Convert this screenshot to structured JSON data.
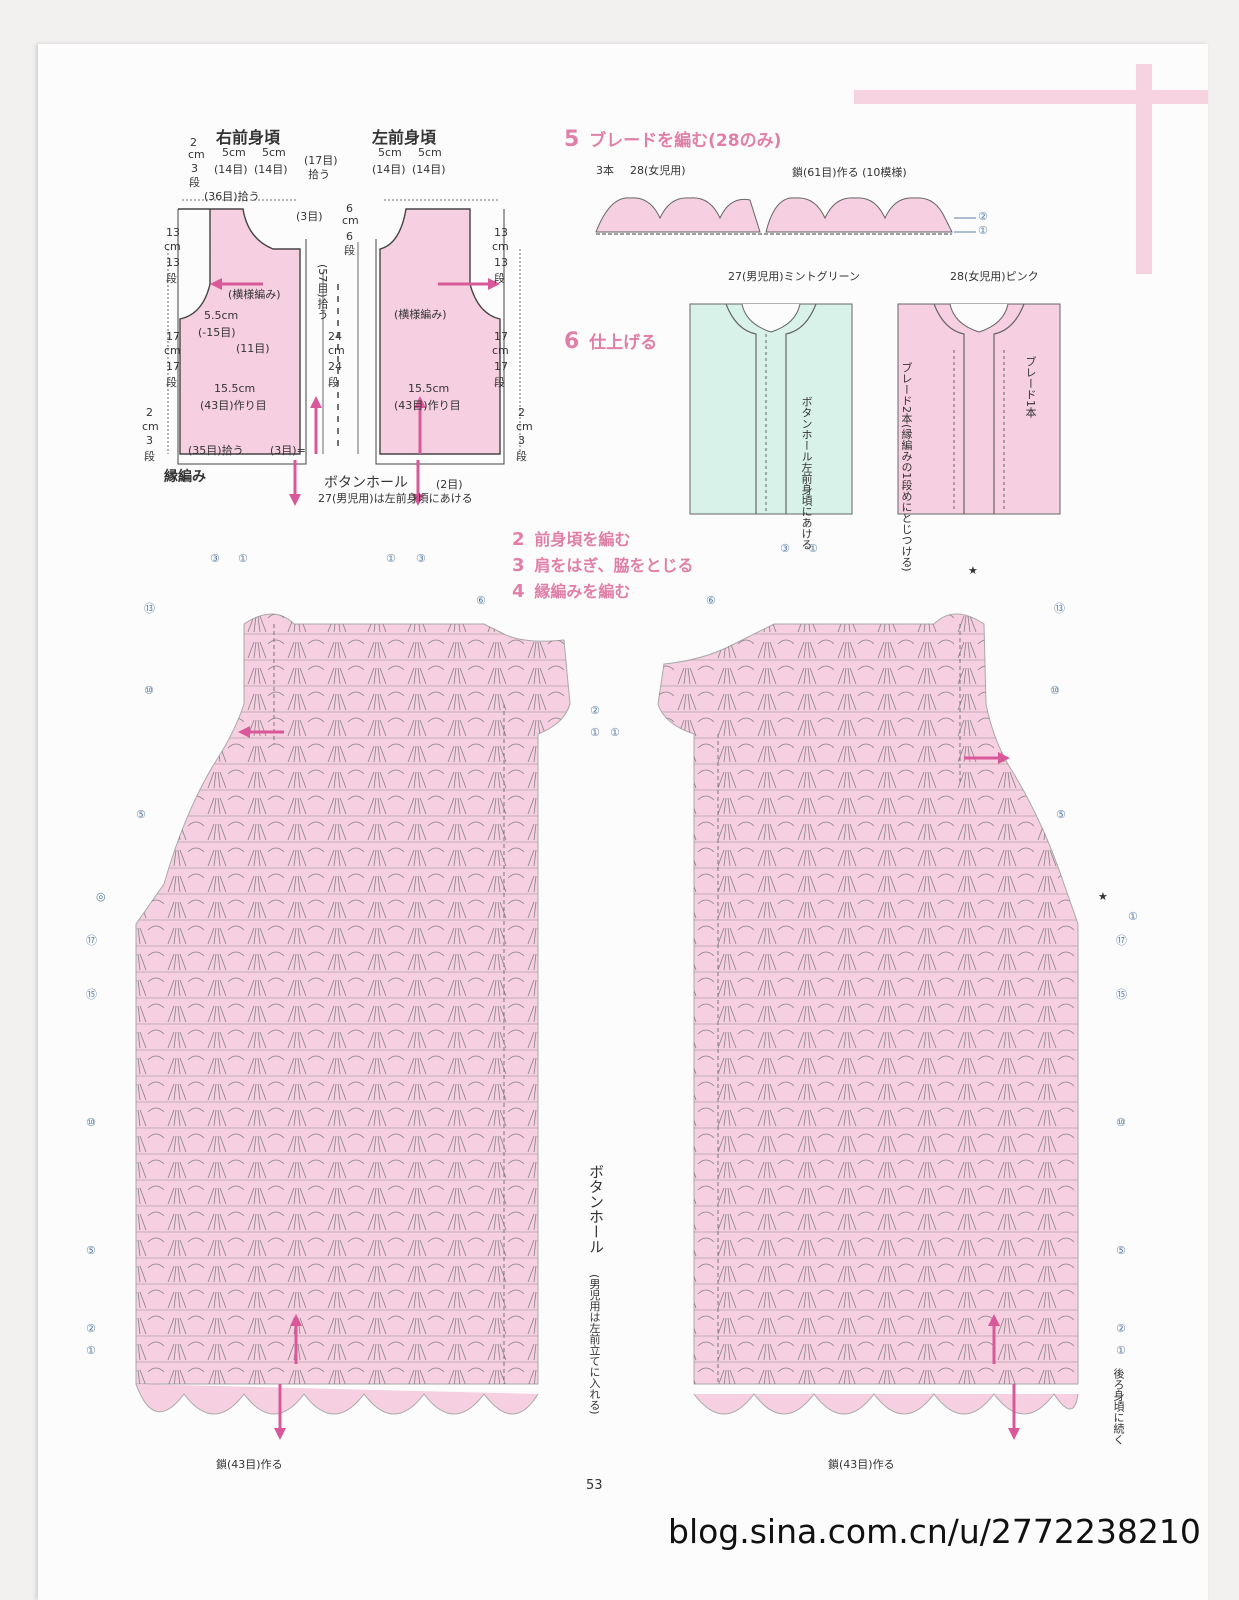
{
  "schematic": {
    "right_front_title": "右前身頃",
    "left_front_title": "左前身頃",
    "dims": {
      "top_2cm": "2",
      "top_cm": "cm",
      "top_3": "3",
      "top_dan": "段",
      "w5cm_a": "5cm",
      "w5cm_b": "5cm",
      "w14_a": "(14目)",
      "w14_b": "(14目)",
      "w5cm_c": "5cm",
      "w5cm_d": "5cm",
      "w14_c": "(14目)",
      "w14_d": "(14目)",
      "pick17": "(17目)",
      "pick17b": "拾う",
      "pick36": "(36目)拾う",
      "st3": "(3目)",
      "h6cm": "6",
      "h6cm_b": "cm",
      "h6dan": "6",
      "h6dan_b": "段",
      "h13": "13",
      "h13cm": "cm",
      "h13b": "13",
      "h13dan": "段",
      "h17": "17",
      "h17cm": "cm",
      "h17b": "17",
      "h17dan": "段",
      "h57": "(57目)拾う",
      "h24": "24",
      "h24cm": "cm",
      "h24b": "24",
      "h24dan": "段",
      "w55": "5.5cm",
      "w55b": "(-15目)",
      "st11": "(11目)",
      "pattern": "(横様編み)",
      "w155": "15.5cm",
      "w43": "(43目)作り目",
      "pick35": "(35目)拾う",
      "st3b": "(3目)=",
      "b2": "2",
      "bcm": "cm",
      "b3": "3",
      "bdan": "段",
      "edge": "縁編み",
      "buttonhole": "ボタンホール",
      "buttonhole_count": "(2目)",
      "boy_note": "27(男児用)は左前身頃にあける"
    }
  },
  "section5": {
    "num": "5",
    "title": "ブレードを編む(28のみ)",
    "count": "3本",
    "size": "28(女児用)",
    "chain": "鎖(61目)作る (10模様)",
    "mark2": "②",
    "mark1": "①"
  },
  "section6": {
    "num": "6",
    "title": "仕上げる",
    "boy_label": "27(男児用)ミントグリーン",
    "girl_label": "28(女児用)ピンク",
    "boy_note": "ボタンホール左前身頃にあける",
    "braid1": "ブレード1本",
    "braid2": "ブレード2本(縁編みの1段めにとじつける)"
  },
  "steps": [
    {
      "num": "2",
      "text": "前身頃を編む"
    },
    {
      "num": "3",
      "text": "肩をはぎ、脇をとじる"
    },
    {
      "num": "4",
      "text": "縁編みを編む"
    }
  ],
  "chart": {
    "left_rows": [
      "⑬",
      "⑩",
      "⑤",
      "◎",
      "⑰",
      "⑮",
      "⑩",
      "⑤",
      "②",
      "①"
    ],
    "left_top_marks": [
      "③",
      "①"
    ],
    "left_top_marks2": [
      "①",
      "③"
    ],
    "left_row6": "⑥",
    "left_row2": "②",
    "left_row1": "①",
    "right_top_marks": [
      "③",
      "①"
    ],
    "right_rows": [
      "⑬",
      "⑩",
      "⑤",
      "①",
      "⑰",
      "⑮",
      "⑩",
      "⑤",
      "②",
      "①"
    ],
    "right_row6": "⑥",
    "right_row1b": "①",
    "star": "★",
    "chain_left": "鎖(43目)作る",
    "chain_right": "鎖(43目)作る",
    "buttonhole_side": "ボタンホール",
    "buttonhole_note": "(男児用は左前立てに入れる)",
    "continue_back": "後ろ身頃に続く"
  },
  "page_number": "53",
  "watermark": "blog.sina.com.cn/u/2772238210",
  "colors": {
    "pink": "#f6cfe0",
    "mint": "#d8f2ea",
    "accent": "#e07fa8",
    "arrow": "#d9589a",
    "blue": "#5a7ea8"
  }
}
